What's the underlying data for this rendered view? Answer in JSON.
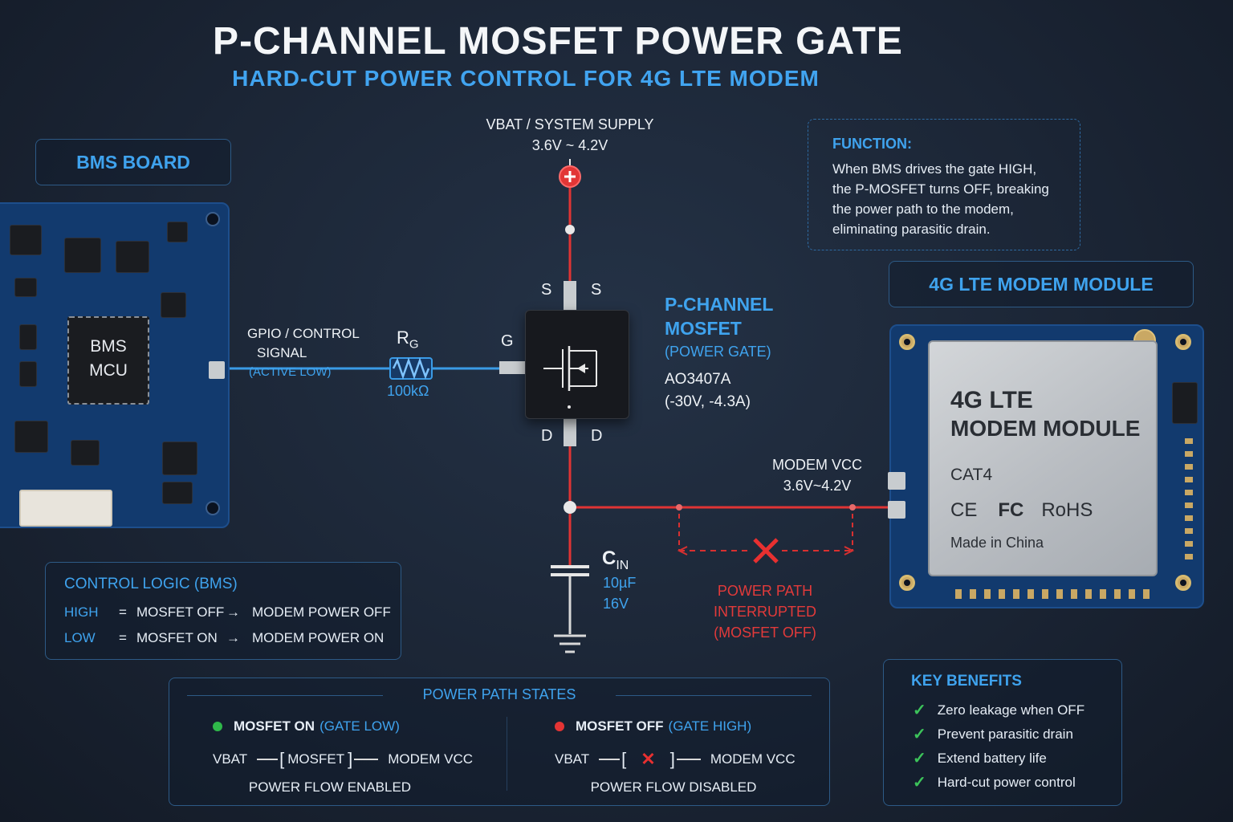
{
  "title": "P-CHANNEL MOSFET POWER GATE",
  "subtitle": "HARD-CUT POWER CONTROL FOR 4G LTE MODEM",
  "bms": {
    "header": "BMS BOARD",
    "mcu_line1": "BMS",
    "mcu_line2": "MCU"
  },
  "gpio": {
    "line1": "GPIO / CONTROL",
    "line2": "SIGNAL",
    "line3": "(ACTIVE LOW)"
  },
  "resistor": {
    "symbol": "R",
    "subscript": "G",
    "value": "100kΩ"
  },
  "supply": {
    "line1": "VBAT / SYSTEM SUPPLY",
    "line2": "3.6V ~ 4.2V"
  },
  "mosfet": {
    "pin_s_left": "S",
    "pin_s_right": "S",
    "pin_g": "G",
    "pin_d_left": "D",
    "pin_d_right": "D",
    "label_line1": "P-CHANNEL",
    "label_line2": "MOSFET",
    "label_line3": "(POWER GATE)",
    "part": "AO3407A",
    "rating": "(-30V, -4.3A)"
  },
  "capacitor": {
    "symbol": "C",
    "subscript": "IN",
    "value": "10µF",
    "voltage": "16V"
  },
  "modem_vcc": {
    "line1": "MODEM VCC",
    "line2": "3.6V~4.2V"
  },
  "interrupted": {
    "line1": "POWER PATH",
    "line2": "INTERRUPTED",
    "line3": "(MOSFET OFF)"
  },
  "function_box": {
    "heading": "FUNCTION:",
    "lines": [
      "When BMS drives the gate HIGH,",
      "the P-MOSFET turns OFF, breaking",
      "the power path to the modem,",
      "eliminating parasitic drain."
    ]
  },
  "modem": {
    "header": "4G LTE MODEM MODULE",
    "name_line1": "4G LTE",
    "name_line2": "MODEM MODULE",
    "cat": "CAT4",
    "marks": [
      "CE",
      "FC",
      "RoHS"
    ],
    "origin": "Made in China"
  },
  "control_logic": {
    "heading": "CONTROL LOGIC (BMS)",
    "rows": [
      {
        "state": "HIGH",
        "eq": "=",
        "mosfet": "MOSFET OFF",
        "arrow": "→",
        "modem": "MODEM POWER OFF"
      },
      {
        "state": "LOW",
        "eq": "=",
        "mosfet": "MOSFET ON",
        "arrow": "→",
        "modem": "MODEM POWER ON"
      }
    ]
  },
  "power_states": {
    "heading": "POWER PATH STATES",
    "on": {
      "title": "MOSFET ON",
      "gate": "(GATE LOW)",
      "vbat": "VBAT",
      "switch": "MOSFET",
      "vcc": "MODEM VCC",
      "result": "POWER FLOW ENABLED",
      "dot_color": "#2fb84a"
    },
    "off": {
      "title": "MOSFET OFF",
      "gate": "(GATE HIGH)",
      "vbat": "VBAT",
      "vcc": "MODEM VCC",
      "result": "POWER FLOW DISABLED",
      "dot_color": "#e43434"
    }
  },
  "benefits": {
    "heading": "KEY BENEFITS",
    "items": [
      "Zero leakage when OFF",
      "Prevent parasitic drain",
      "Extend battery life",
      "Hard-cut power control"
    ]
  },
  "colors": {
    "accent_blue": "#3fa3ee",
    "power_red": "#e33a3a",
    "ok_green": "#3cc35a"
  }
}
